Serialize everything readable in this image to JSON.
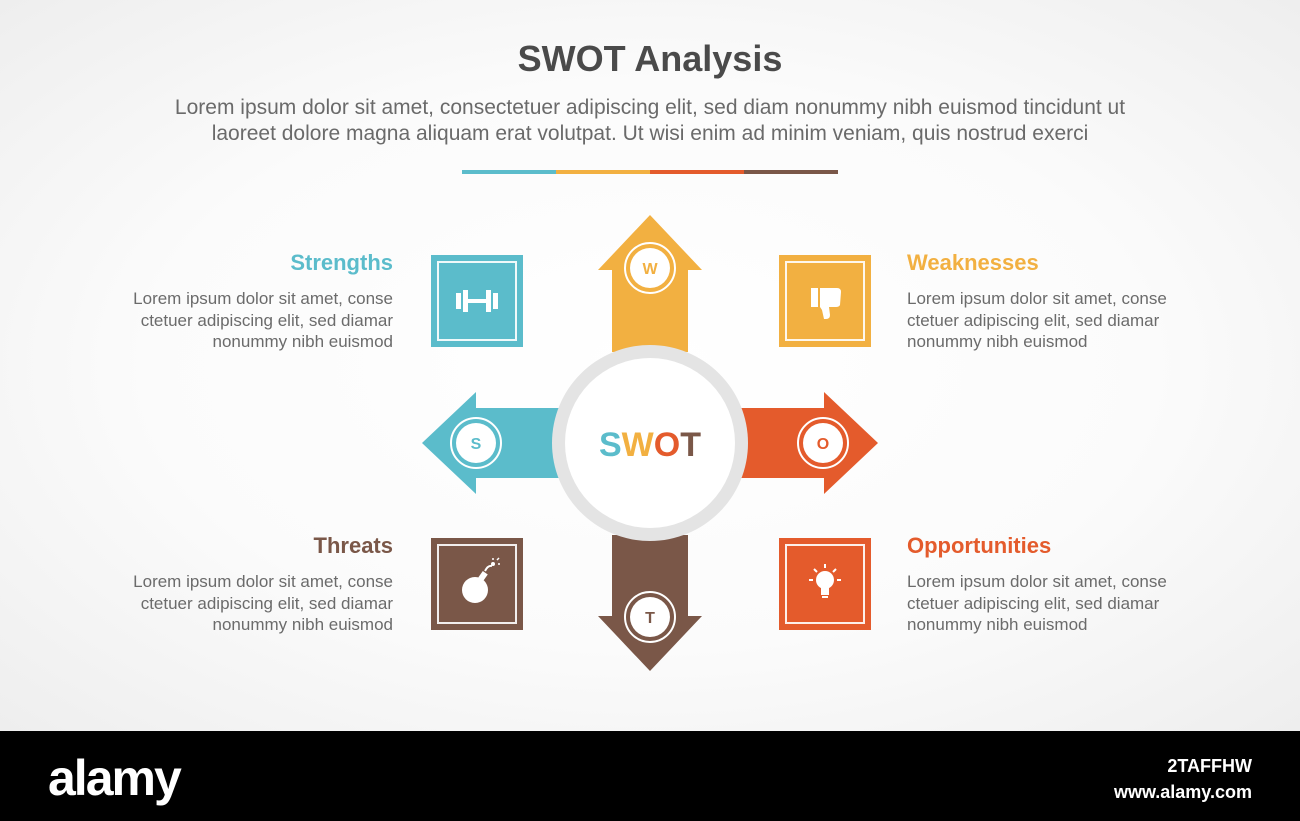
{
  "header": {
    "title": "SWOT Analysis",
    "subtitle_line1": "Lorem ipsum dolor sit amet, consectetuer adipiscing elit, sed diam nonummy nibh euismod tincidunt ut",
    "subtitle_line2": "laoreet dolore magna aliquam erat volutpat. Ut wisi enim ad minim veniam, quis nostrud exerci"
  },
  "colors": {
    "strengths": "#5bbccb",
    "weaknesses": "#f2b041",
    "opportunities": "#e45b2c",
    "threats": "#7a5748",
    "text": "#4a4a4a",
    "circle_ring": "#e6e6e6"
  },
  "center": {
    "s": "S",
    "w": "W",
    "o": "O",
    "t": "T"
  },
  "sections": {
    "strengths": {
      "title": "Strengths",
      "letter": "S",
      "icon": "dumbbell-icon",
      "lines": [
        "Lorem ipsum dolor sit amet, conse",
        "ctetuer adipiscing elit, sed diamar",
        "nonummy nibh euismod"
      ]
    },
    "weaknesses": {
      "title": "Weaknesses",
      "letter": "W",
      "icon": "thumbs-down-icon",
      "lines": [
        "Lorem ipsum dolor sit amet, conse",
        "ctetuer adipiscing elit, sed diamar",
        "nonummy nibh euismod"
      ]
    },
    "threats": {
      "title": "Threats",
      "letter": "T",
      "icon": "bomb-icon",
      "lines": [
        "Lorem ipsum dolor sit amet, conse",
        "ctetuer adipiscing elit, sed diamar",
        "nonummy nibh euismod"
      ]
    },
    "opportunities": {
      "title": "Opportunities",
      "letter": "O",
      "icon": "lightbulb-icon",
      "lines": [
        "Lorem ipsum dolor sit amet, conse",
        "ctetuer adipiscing elit, sed diamar",
        "nonummy nibh euismod"
      ]
    }
  },
  "footer": {
    "logo": "alamy",
    "image_id": "2TAFFHW",
    "site": "www.alamy.com"
  }
}
